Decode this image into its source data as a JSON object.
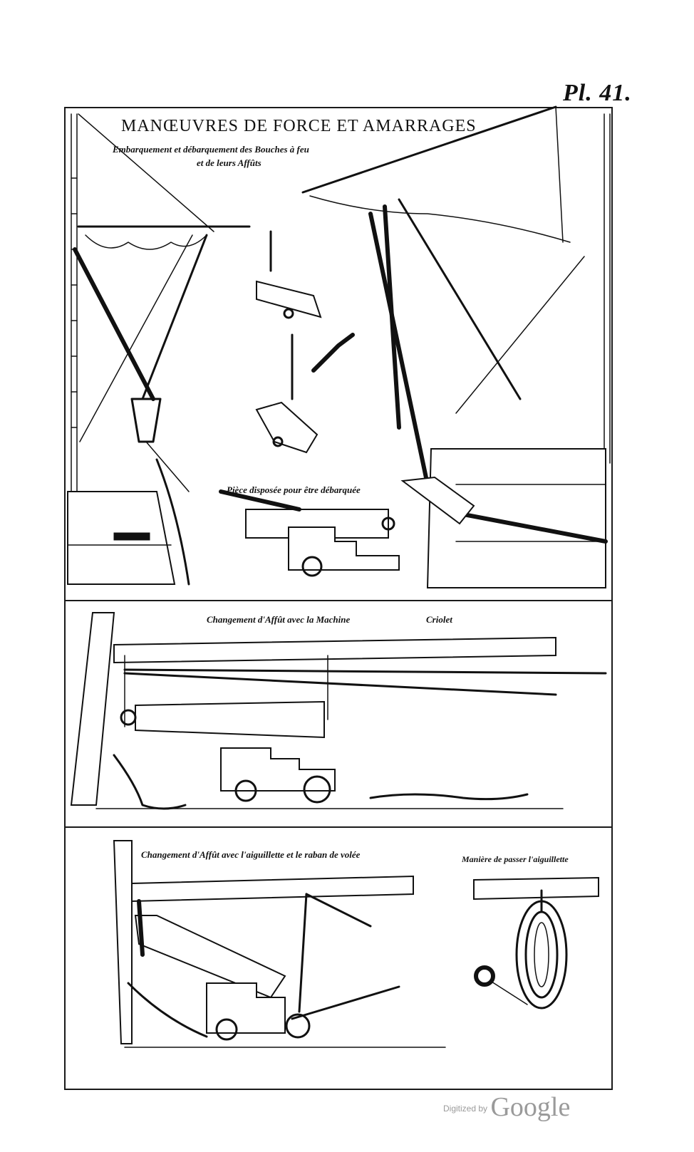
{
  "plate": {
    "number": "Pl. 41.",
    "title": "MANŒUVRES DE FORCE ET AMARRAGES",
    "subtitle_line1": "Embarquement et débarquement des Bouches à feu",
    "subtitle_line2": "et de leurs Affûts"
  },
  "sections": {
    "piece_caption": "Pièce disposée pour être débarquée",
    "change1_caption_a": "Changement d'Affût avec la Machine",
    "change1_caption_b": "Criolet",
    "change2_caption": "Changement d'Affût avec l'aiguillette et le raban de volée",
    "aiguillette_caption": "Manière de passer l'aiguillette"
  },
  "watermark": {
    "prefix": "Digitized by",
    "brand": "Google"
  },
  "colors": {
    "ink": "#111111",
    "paper": "#ffffff",
    "watermark": "#9a9a9a"
  }
}
